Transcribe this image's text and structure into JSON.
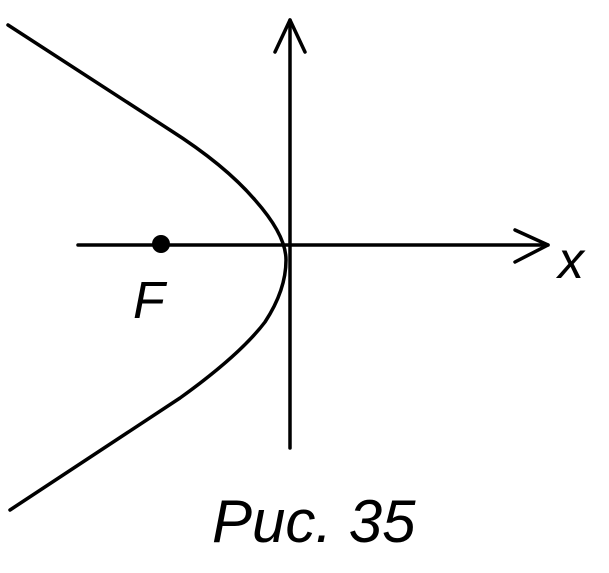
{
  "figure": {
    "x_axis_label": "x",
    "focus_label": "F",
    "caption": "Рис. 35",
    "ink_color": "#000000",
    "background_color": "#ffffff"
  }
}
